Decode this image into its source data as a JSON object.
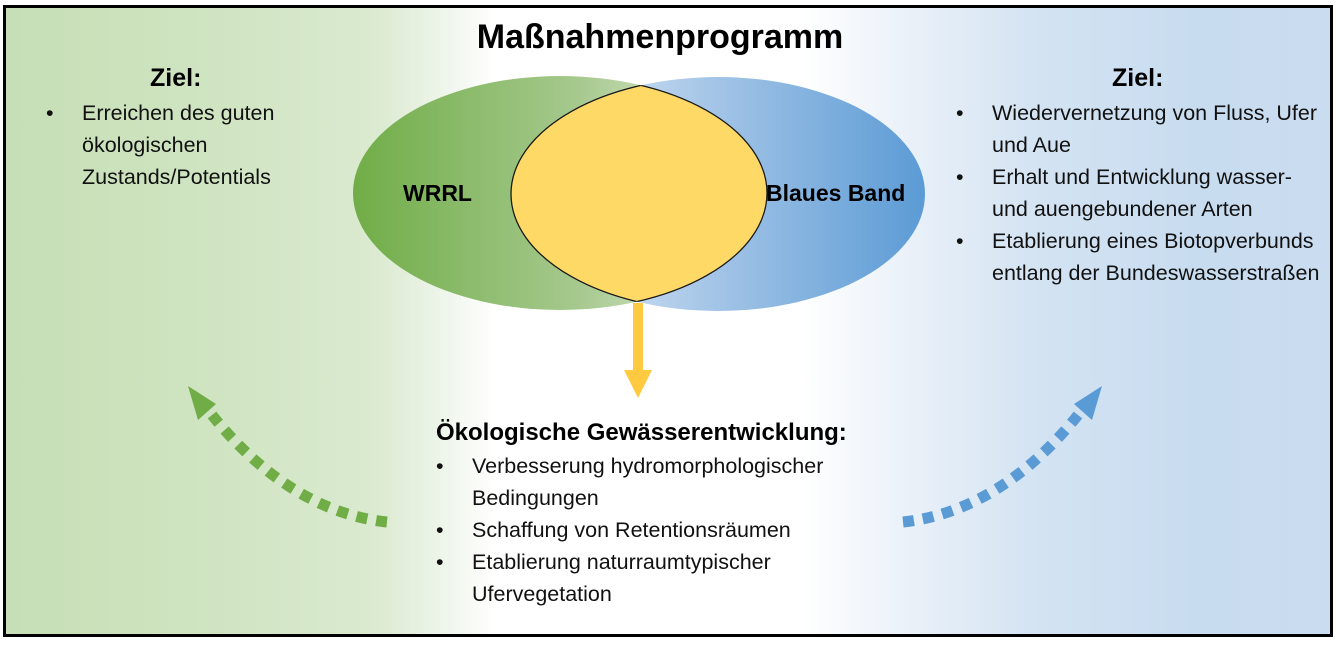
{
  "title": "Maßnahmenprogramm",
  "left_panel": {
    "heading": "Ziel:",
    "bullets": [
      "Erreichen des guten ökologischen Zustands/Potentials"
    ]
  },
  "right_panel": {
    "heading": "Ziel:",
    "bullets": [
      "Wiedervernetzung von Fluss, Ufer und Aue",
      "Erhalt und Entwicklung wasser- und auengebundener Arten",
      "Etablierung eines Biotopverbunds entlang der Bundeswasserstraßen"
    ]
  },
  "venn": {
    "left_label": "WRRL",
    "right_label": "Blaues Band",
    "left_color": "#70ad47",
    "right_color": "#5b9bd5",
    "overlap_color": "#ffd966"
  },
  "bottom_panel": {
    "heading": "Ökologische Gewässerentwicklung:",
    "bullets": [
      "Verbesserung hydromorphologischer Bedingungen",
      "Schaffung von Retentionsräumen",
      "Etablierung naturraumtypischer Ufervegetation"
    ]
  },
  "arrows": {
    "down_arrow_color": "#ffc940",
    "left_dotted_arrow_color": "#70ad47",
    "right_dotted_arrow_color": "#5b9bd5"
  }
}
